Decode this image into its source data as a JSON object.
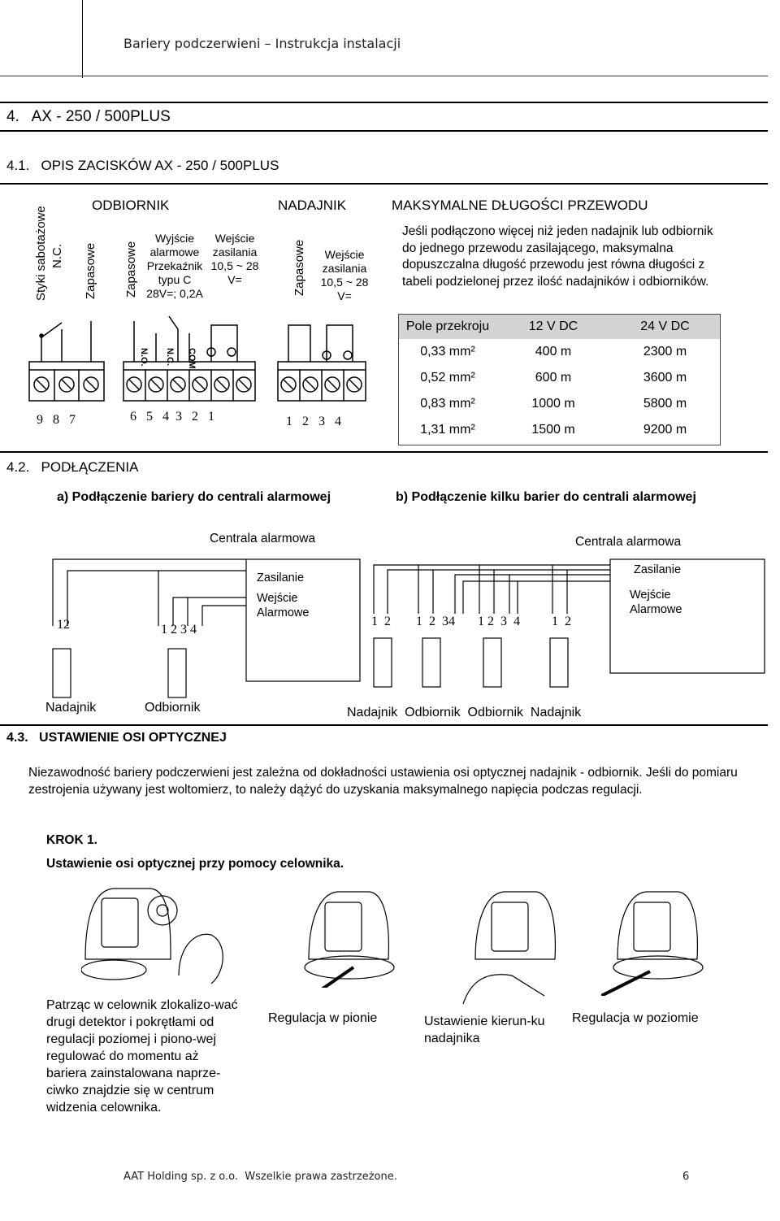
{
  "header": {
    "title": "Bariery podczerwieni – Instrukcja instalacji"
  },
  "section4": {
    "title": "4.   AX - 250 / 500PLUS"
  },
  "section41": {
    "title": "4.1.   OPIS ZACISKÓW AX - 250 / 500PLUS",
    "receiver_heading": "ODBIORNIK",
    "transmitter_heading": "NADAJNIK",
    "tamper_label": "Styki sabotażowe",
    "nc_label": "N.C.",
    "spare_label": "Zapasowe",
    "alarm_output": [
      "Wyjście",
      "alarmowe",
      "Przekaźnik",
      "typu C",
      "28V=; 0,2A"
    ],
    "power_input": [
      "Wejście",
      "zasilania",
      "10,5 ~ 28",
      "V="
    ],
    "contact_labels": [
      "N.O.",
      "N.C.",
      "COM"
    ],
    "minus": "−",
    "plus": "+",
    "receiver_numbers_left": "9   8   7",
    "receiver_numbers_right": "6   5   4  3   2   1",
    "transmitter_numbers": "1   2   3   4",
    "max_len_heading": "MAKSYMALNE DŁUGOŚCI PRZEWODU",
    "max_len_text": "Jeśli podłączono więcej niż jeden nadajnik lub odbiornik do jednego przewodu zasilającego, maksymalna dopuszczalna długość przewodu jest równa długości z tabeli podzielonej przez ilość nadajników i odbiorników.",
    "table": {
      "headers": [
        "Pole przekroju",
        "12 V DC",
        "24 V DC"
      ],
      "rows": [
        [
          "0,33 mm²",
          "400 m",
          "2300 m"
        ],
        [
          "0,52 mm²",
          "600 m",
          "3600 m"
        ],
        [
          "0,83 mm²",
          "1000 m",
          "5800 m"
        ],
        [
          "1,31 mm²",
          "1500 m",
          "9200 m"
        ]
      ]
    }
  },
  "section42": {
    "title": "4.2.   PODŁĄCZENIA",
    "a_heading": "a) Podłączenie bariery do centrali alarmowej",
    "b_heading": "b) Podłączenie kilku barier do centrali alarmowej",
    "panel": "Centrala alarmowa",
    "power": "Zasilanie",
    "alarm_input": [
      "Wejście",
      "Alarmowe"
    ],
    "a_nums_tx": "12",
    "a_nums_rx": "1 2 3 4",
    "b_nums": [
      "1  2",
      "1  2  34",
      "1 2  3  4",
      "1  2"
    ],
    "a_labels": [
      "Nadajnik",
      "Odbiornik"
    ],
    "b_labels": "Nadajnik  Odbiornik  Odbiornik  Nadajnik"
  },
  "section43": {
    "title": "4.3.   USTAWIENIE OSI OPTYCZNEJ",
    "intro": "Niezawodność bariery podczerwieni jest zależna od dokładności ustawienia osi optycznej nadajnik - odbiornik. Jeśli do pomiaru zestrojenia używany jest woltomierz, to należy dążyć do uzyskania maksymalnego napięcia podczas regulacji.",
    "step": "KROK 1.",
    "step_title": "Ustawienie osi optycznej przy pomocy celownika.",
    "captions": [
      "Patrząc w celownik zlokalizo-wać drugi detektor i pokrętłami od regulacji poziomej i piono-wej regulować do momentu aż bariera zainstalowana naprze-ciwko znajdzie się w centrum widzenia celownika.",
      "Regulacja w pionie",
      "Ustawienie kierun-ku nadajnika",
      "Regulacja w poziomie"
    ]
  },
  "footer": {
    "company": "AAT Holding sp. z o.o.  Wszelkie prawa zastrzeżone.",
    "page": "6"
  }
}
